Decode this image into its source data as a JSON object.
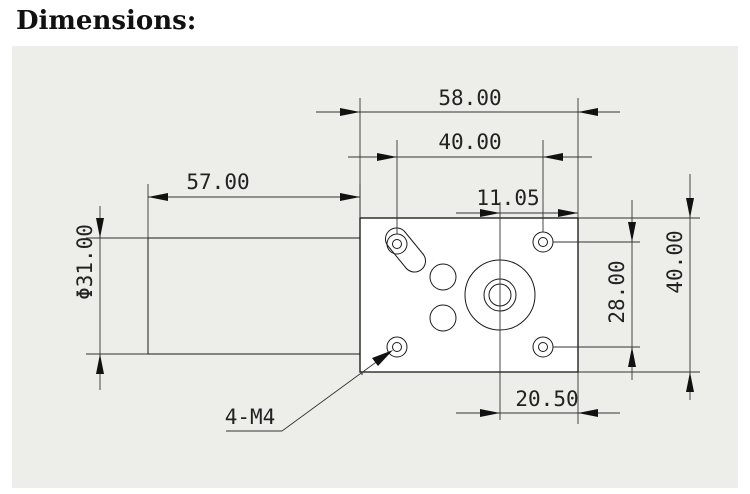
{
  "title": "Dimensions:",
  "drawing": {
    "dim_total_length": "58.00",
    "dim_hole_spacing_h": "40.00",
    "dim_motor_length": "57.00",
    "dim_shaft_offset": "11.05",
    "dim_motor_diameter": "Φ31.00",
    "dim_hole_spacing_v": "28.00",
    "dim_height": "40.00",
    "dim_shaft_to_edge": "20.50",
    "callout_holes": "4-M4"
  }
}
